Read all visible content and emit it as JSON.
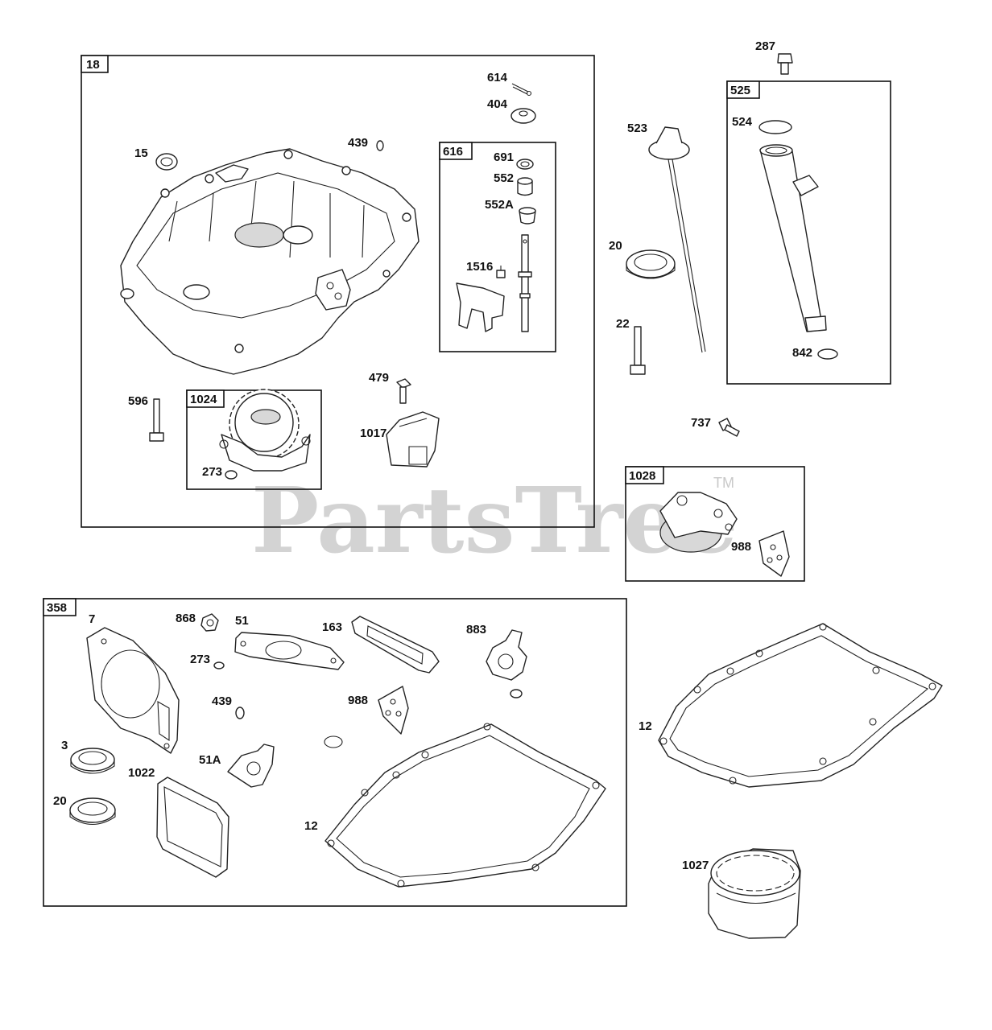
{
  "watermark": {
    "text": "PartsTree",
    "trademark": "TM"
  },
  "kits": [
    {
      "id": "18"
    },
    {
      "id": "616"
    },
    {
      "id": "1024"
    },
    {
      "id": "525"
    },
    {
      "id": "1028"
    },
    {
      "id": "358"
    }
  ],
  "callouts": [
    "614",
    "404",
    "439",
    "15",
    "691",
    "552",
    "552A",
    "1516",
    "479",
    "1017",
    "596",
    "273",
    "287",
    "524",
    "523",
    "20",
    "22",
    "842",
    "737",
    "988",
    "7",
    "868",
    "51",
    "163",
    "883",
    "273",
    "439",
    "988",
    "3",
    "1022",
    "51A",
    "20",
    "12",
    "12",
    "1027"
  ]
}
